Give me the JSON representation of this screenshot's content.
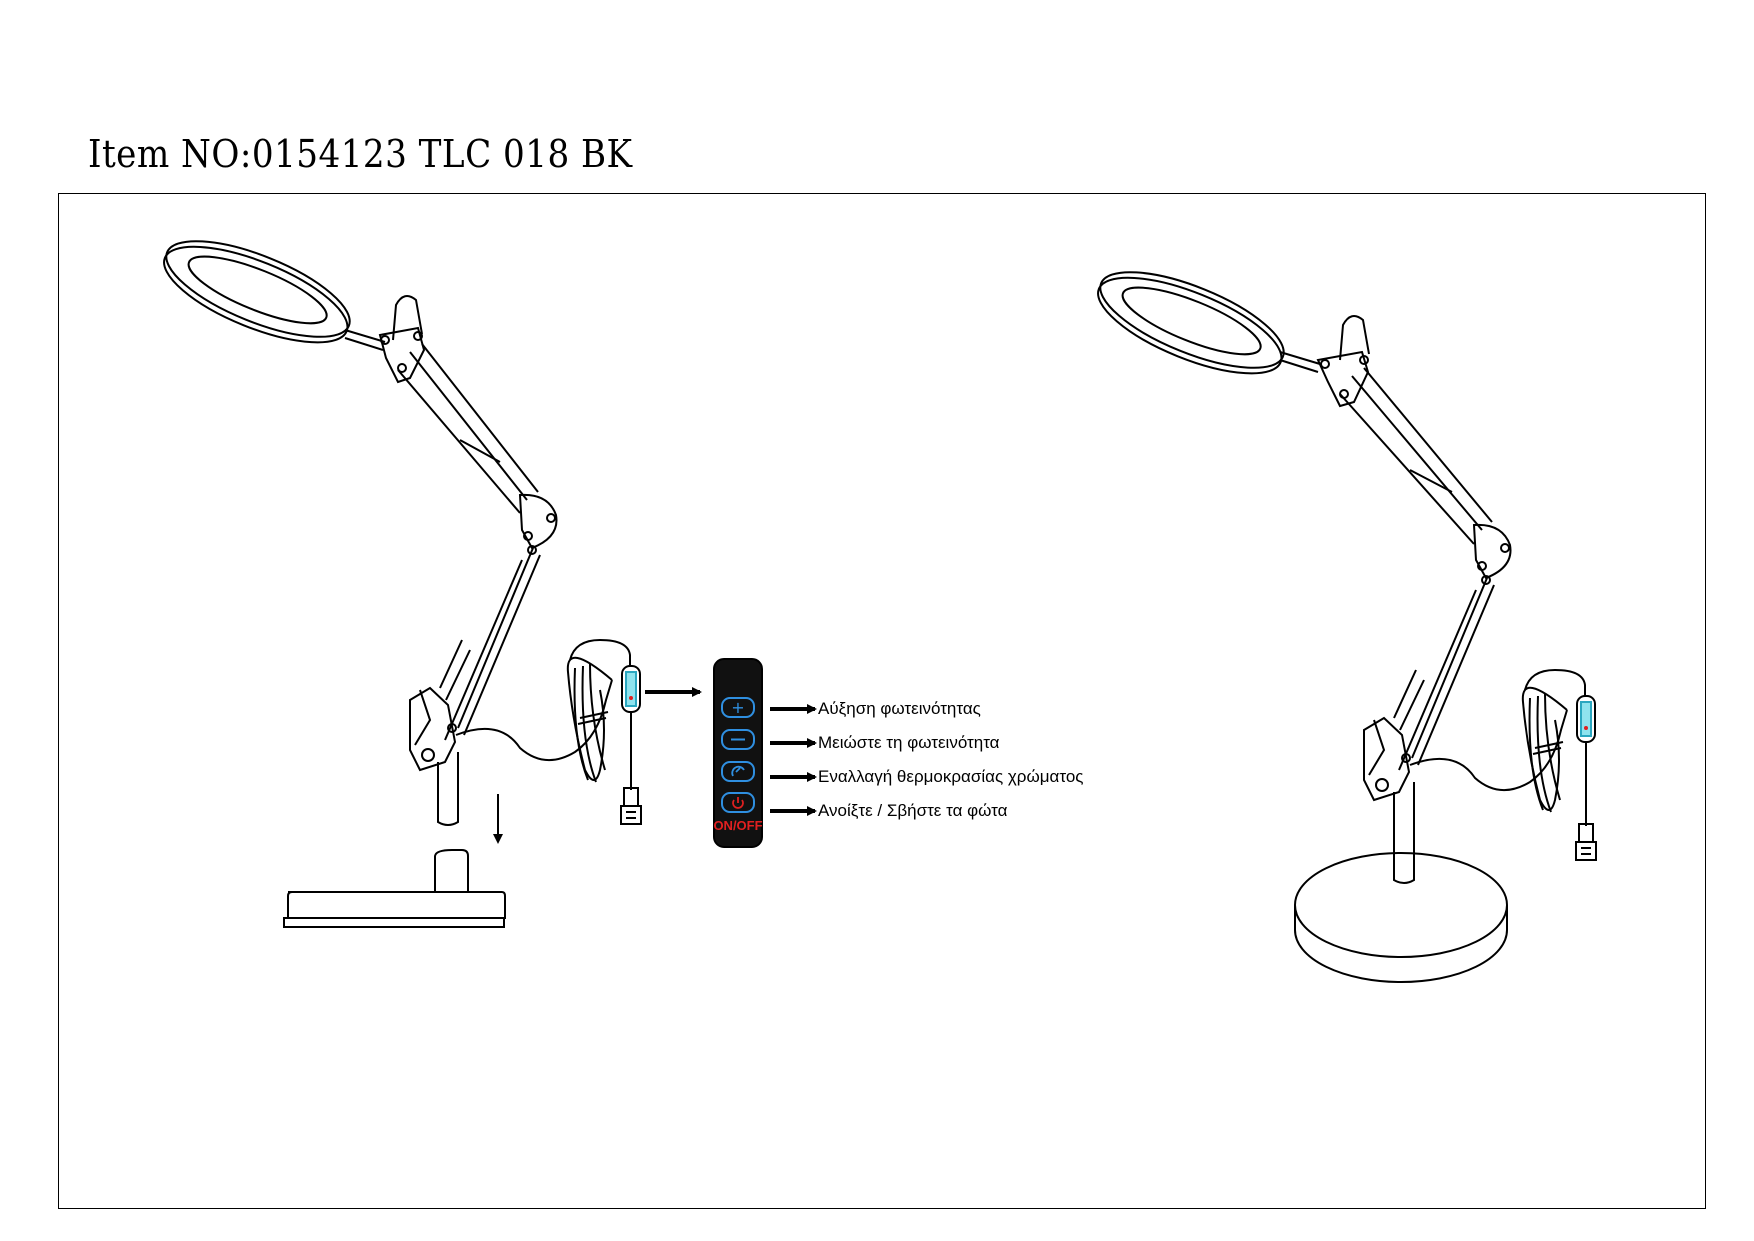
{
  "title": "Item NO:0154123 TLC 018 BK",
  "colors": {
    "line": "#000000",
    "controller_body": "#111111",
    "button_outline": "#2f8fe0",
    "power_red": "#e02020"
  },
  "controller": {
    "onoff_label": "ON/OFF",
    "buttons": [
      {
        "icon": "plus-icon",
        "label": "Αύξηση φωτεινότητας"
      },
      {
        "icon": "minus-icon",
        "label": "Μειώστε τη φωτεινότητα"
      },
      {
        "icon": "color-temperature-icon",
        "label": "Εναλλαγή θερμοκρασίας χρώματος"
      },
      {
        "icon": "power-icon",
        "label": "Ανοίξτε / Σβήστε τα φώτα"
      }
    ]
  }
}
